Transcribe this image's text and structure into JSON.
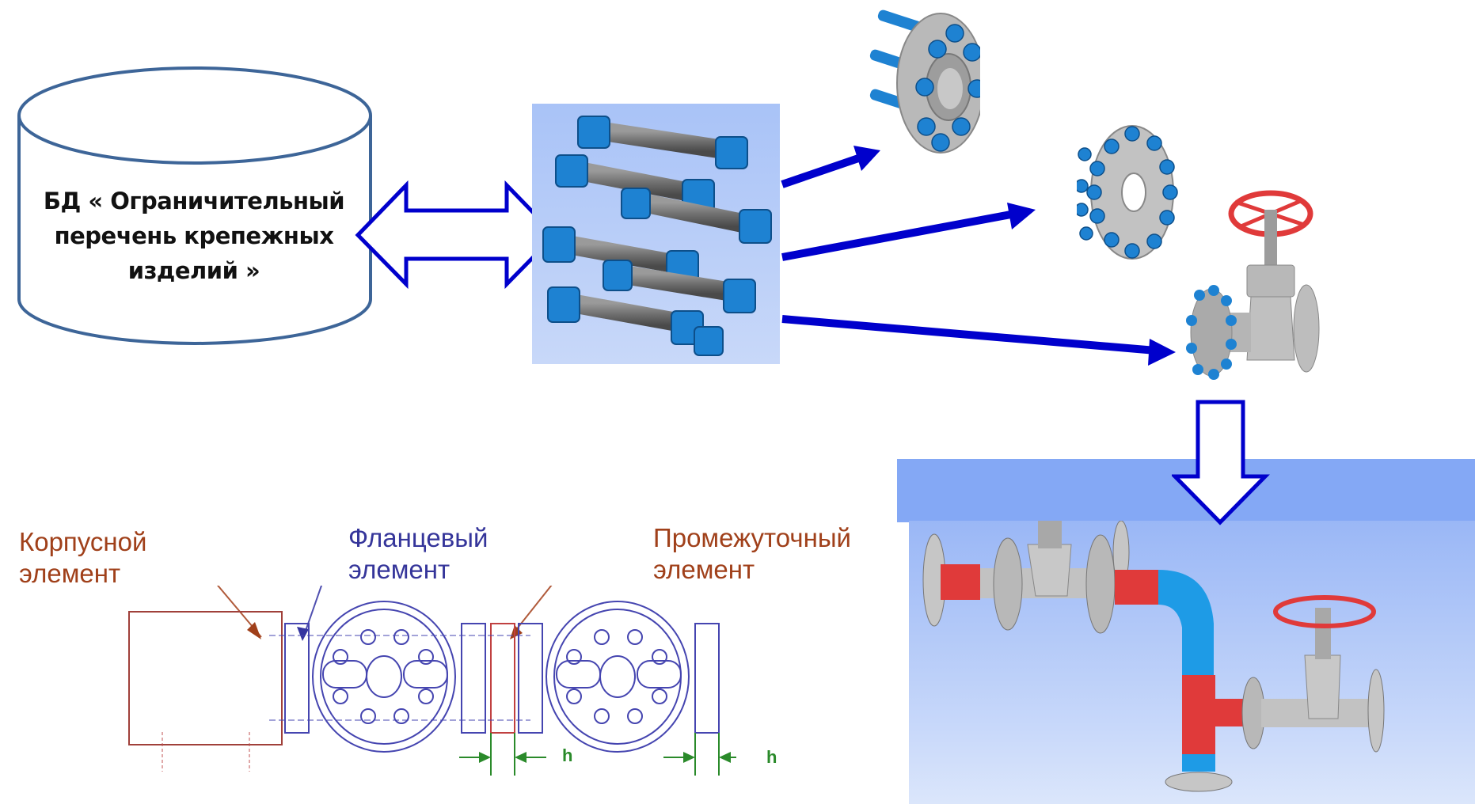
{
  "database": {
    "label_lines": [
      "БД « Ограничительный",
      "перечень крепежных",
      "изделий »"
    ]
  },
  "nodes": {
    "bolts": "fastener-set-3d-model",
    "flange_assembly": "flange-with-bolts-3d-model",
    "flange_disk": "blind-flange-with-bolts-3d-model",
    "gate_valve": "gate-valve-3d-model",
    "pipeline_assembly": "pipeline-assembly-3d-model"
  },
  "callouts": {
    "body_element": [
      "Корпусной",
      "элемент"
    ],
    "flange_element": [
      "Фланцевый",
      "элемент"
    ],
    "intermediate_element": [
      "Промежуточный",
      "элемент"
    ]
  },
  "dimensions": {
    "h1": "h",
    "h2": "h"
  },
  "colors": {
    "arrow_blue": "#0000cc",
    "db_outline": "#3d6598",
    "body_label": "#a0401a",
    "flange_label": "#35359a",
    "dimension_green": "#2a8a2a",
    "drawing_line": "#4545b0",
    "bolt_blue": "#1e82d2",
    "valve_red": "#e03a3a"
  }
}
